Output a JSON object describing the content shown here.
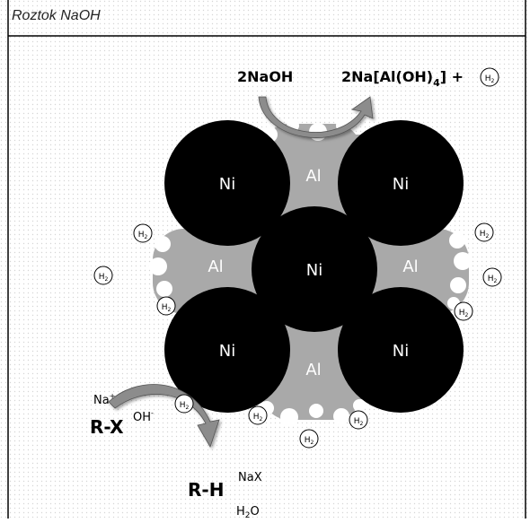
{
  "diagram": {
    "title": "Roztok NaOH",
    "top_reaction": {
      "reactant": "2NaOH",
      "product": "2Na[Al(OH)",
      "product_subscript": "4",
      "product_tail": "] +",
      "gas": "H",
      "gas_subscript": "2"
    },
    "atoms": {
      "ni_label": "Ni",
      "al_label": "Al"
    },
    "bottom_reaction": {
      "cation": "Na",
      "cation_charge": "+",
      "reactant": "R-X",
      "anion": "OH",
      "anion_charge": "-",
      "product": "R-H",
      "byproduct_salt": "NaX",
      "byproduct_water": "H",
      "water_subscript": "2",
      "water_tail": "O"
    },
    "hydrogen_label": "H",
    "hydrogen_subscript": "2",
    "colors": {
      "ni": "#000000",
      "al": "#a9a9a9",
      "frame": "#000000",
      "dots": "#d6d6d6"
    }
  }
}
